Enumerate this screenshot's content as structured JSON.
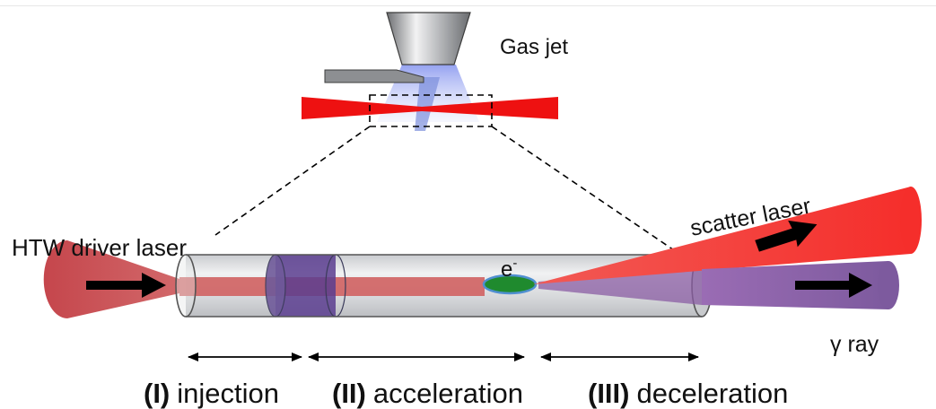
{
  "labels": {
    "gas_jet": "Gas jet",
    "driver_laser": "HTW driver laser",
    "scatter_laser": "scatter laser",
    "electron": "e",
    "electron_sup": "-",
    "gamma_ray": "γ ray"
  },
  "stages": [
    {
      "roman": "(I)",
      "name": "injection"
    },
    {
      "roman": "(II)",
      "name": "acceleration"
    },
    {
      "roman": "(III)",
      "name": "deceleration"
    }
  ],
  "colors": {
    "driver_laser": "#c0454b",
    "focus_laser": "#ee1111",
    "scatter_laser": "#f03a36",
    "gamma_ray": "#8a5ca3",
    "injection_section": "#5b3d8f",
    "electron_bunch": "#1f8a2e",
    "electron_outline": "#4f8fd0",
    "gas_plume": "#a9b7ee",
    "tube": "#d6d8dc"
  }
}
